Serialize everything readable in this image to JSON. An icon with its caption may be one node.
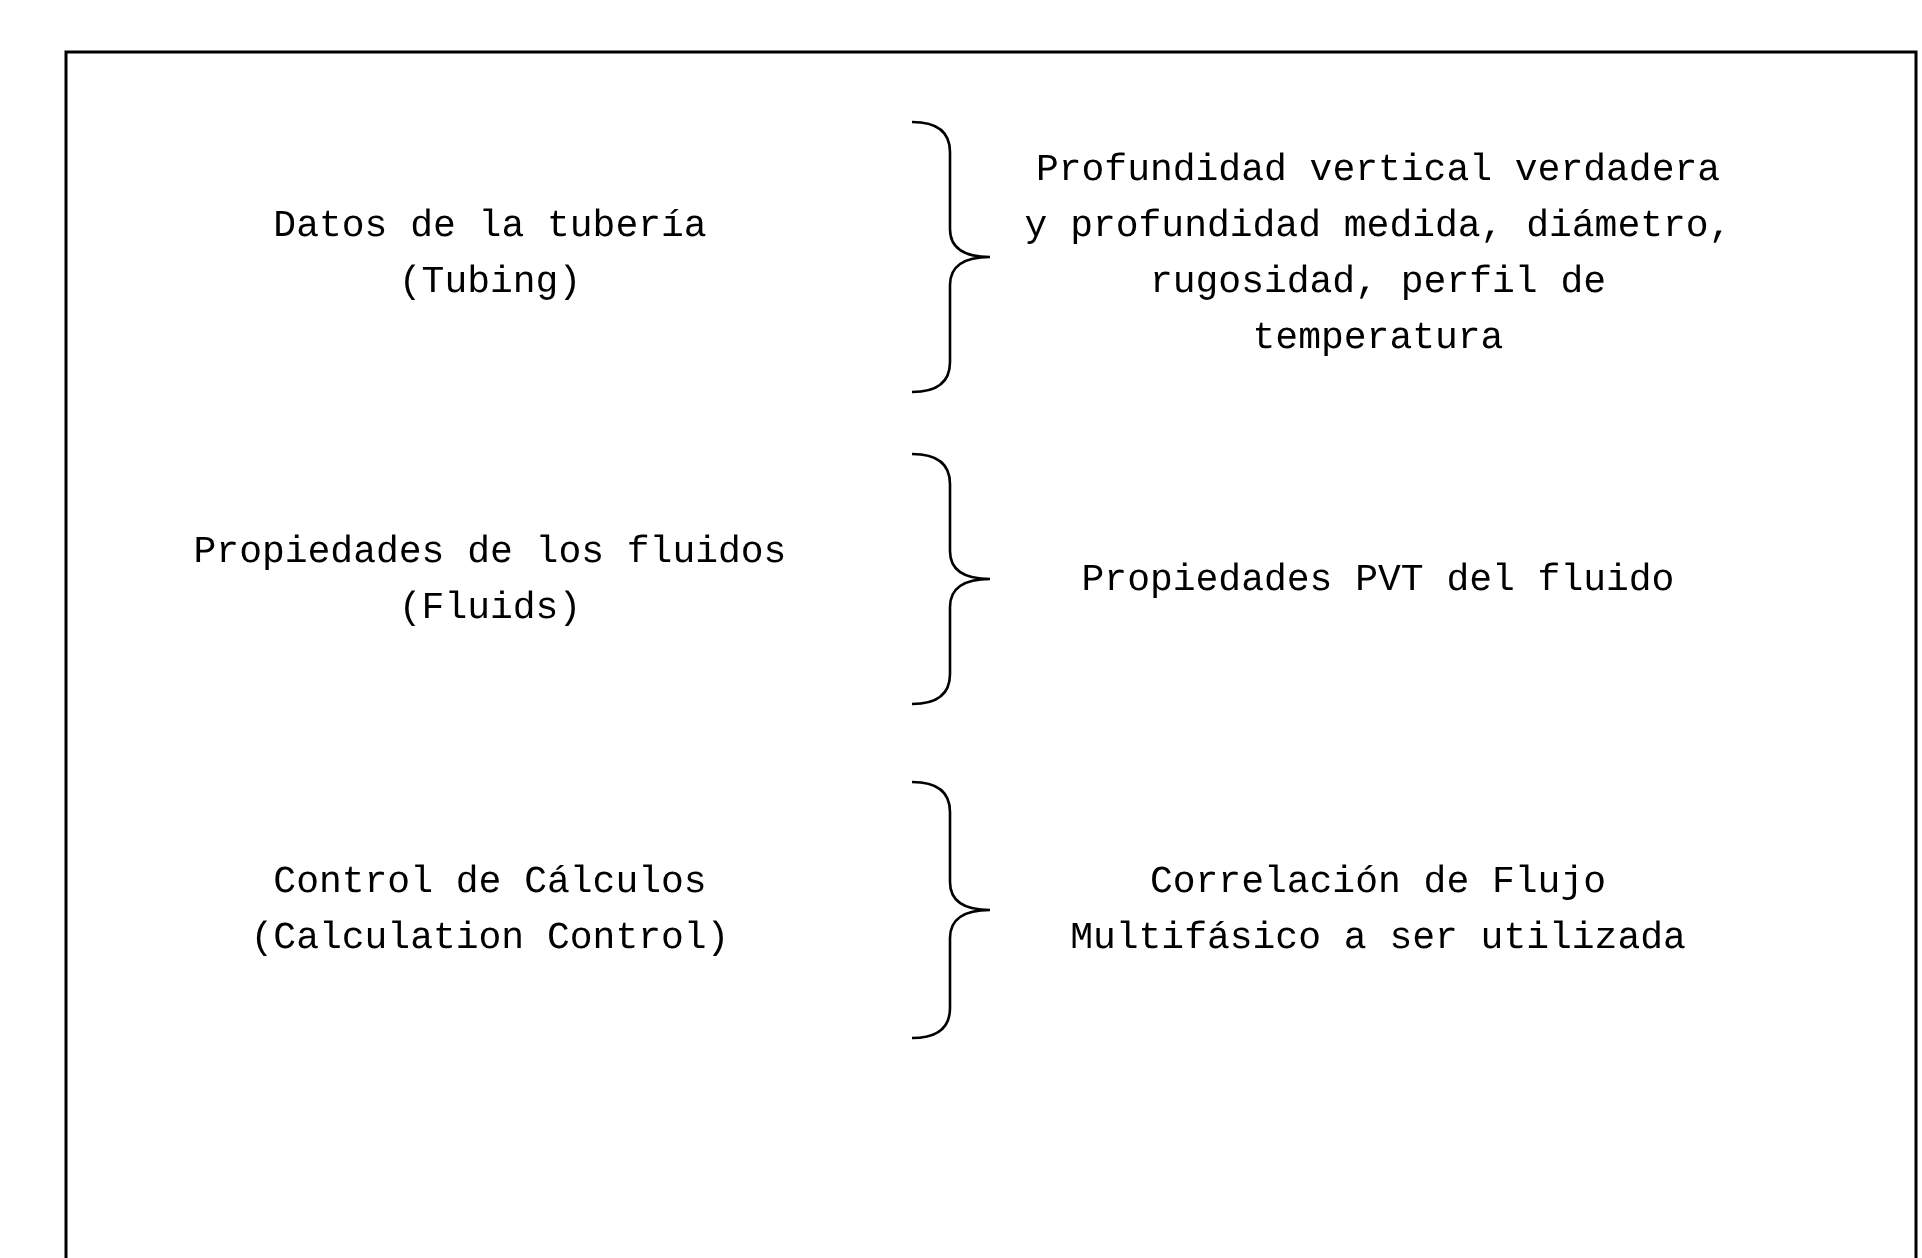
{
  "diagram": {
    "labels": [
      "Datos de la tubería (Tubing)",
      "Profundidad vertical verdadera y profundidad medida, diámetro, rugosidad, perfil de temperatura",
      "Propiedades de los fluidos (Fluids)",
      "Propiedades PVT del fluido",
      "Control de Cálculos (Calculation Control)",
      "Correlación de Flujo Multifásico a ser utilizada"
    ]
  }
}
